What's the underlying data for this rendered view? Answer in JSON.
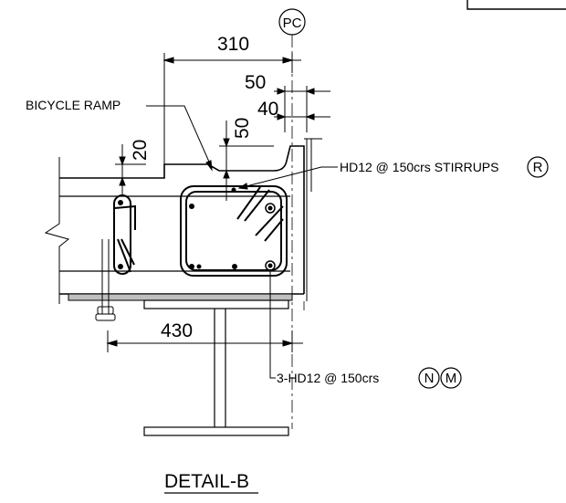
{
  "dimensions": {
    "d310": "310",
    "d50_top": "50",
    "d40": "40",
    "d50_left": "50",
    "d20": "20",
    "d430": "430"
  },
  "labels": {
    "bicycle_ramp": "BICYCLE RAMP",
    "stirrups": "HD12 @ 150crs STIRRUPS",
    "bars": "3-HD12 @ 150crs"
  },
  "tags": {
    "pc": "PC",
    "r": "R",
    "n": "N",
    "m": "M"
  },
  "title": "DETAIL-B"
}
